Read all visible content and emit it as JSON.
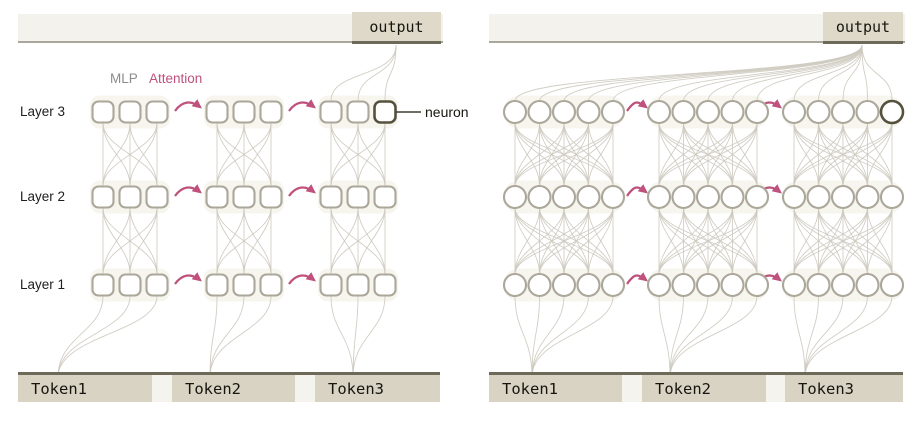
{
  "left_diagram": {
    "mlp_label": "MLP",
    "attention_label": "Attention",
    "output_label": "output",
    "neuron_label": "neuron",
    "layer_labels": [
      "Layer 3",
      "Layer 2",
      "Layer 1"
    ],
    "token_labels": [
      "Token1",
      "Token2",
      "Token3"
    ],
    "num_layers": 3,
    "neurons_per_group": 3
  },
  "right_diagram": {
    "output_label": "output",
    "token_labels": [
      "Token1",
      "Token2",
      "Token3"
    ],
    "num_layers": 3,
    "neurons_per_group": 5
  },
  "colors": {
    "attention_pink": "#bf517c",
    "connection_line": "#ccc9be",
    "node_stroke": "#aba79a",
    "node_fill": "#ffffff",
    "node_highlight_stroke": "#55513c",
    "pill_background": "#f6f5ee",
    "bar_fill": "#f3f2ec",
    "bar_border": "#a9a69c",
    "box_fill": "#ded9c8",
    "token_fill": "#d8d3c2",
    "dark_border": "#6e6a5a",
    "mlp_gray": "#8c8c8c",
    "text_dark": "#17150f"
  }
}
